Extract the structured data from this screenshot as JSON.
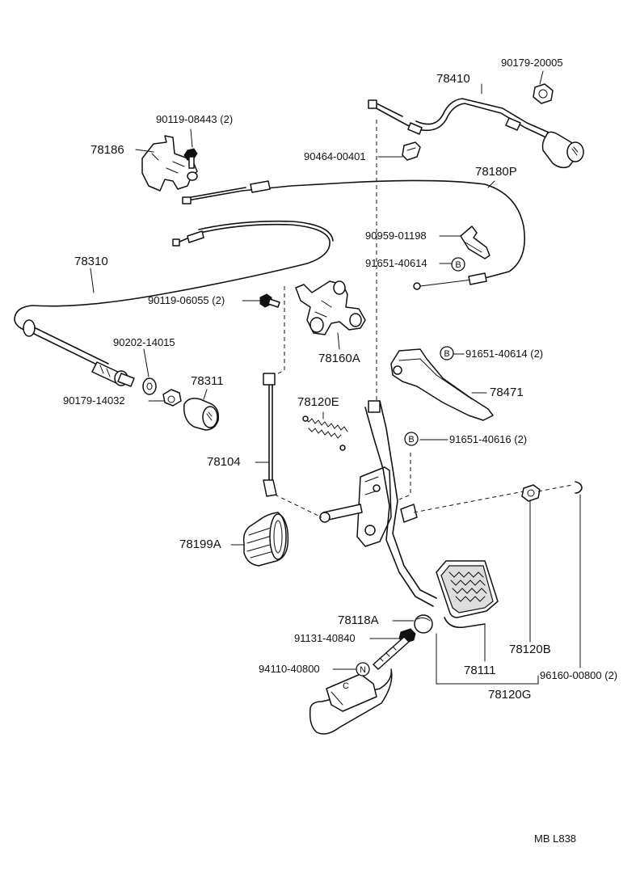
{
  "parts": {
    "p90179_20005": "90179-20005",
    "p78410": "78410",
    "p90119_08443": "90119-08443 (2)",
    "p78186": "78186",
    "p90464_00401": "90464-00401",
    "p78180P": "78180P",
    "p90959_01198": "90959-01198",
    "p91651_40614": "91651-40614",
    "p78310": "78310",
    "p90119_06055": "90119-06055 (2)",
    "p78160A": "78160A",
    "p90202_14015": "90202-14015",
    "p91651_40614_2": "91651-40614 (2)",
    "p78311": "78311",
    "p78471": "78471",
    "p90179_14032": "90179-14032",
    "p78120E": "78120E",
    "p91651_40616": "91651-40616 (2)",
    "p78104": "78104",
    "p78199A": "78199A",
    "p78118A": "78118A",
    "p91131_40840": "91131-40840",
    "p78120B": "78120B",
    "p94110_40800": "94110-40800",
    "p78111": "78111",
    "p96160_00800": "96160-00800 (2)",
    "p78120G": "78120G"
  },
  "markers": {
    "b1": "B",
    "b2": "B",
    "b3": "B",
    "n1": "N",
    "c1": "C"
  },
  "footer": {
    "code": "MB   L838"
  }
}
